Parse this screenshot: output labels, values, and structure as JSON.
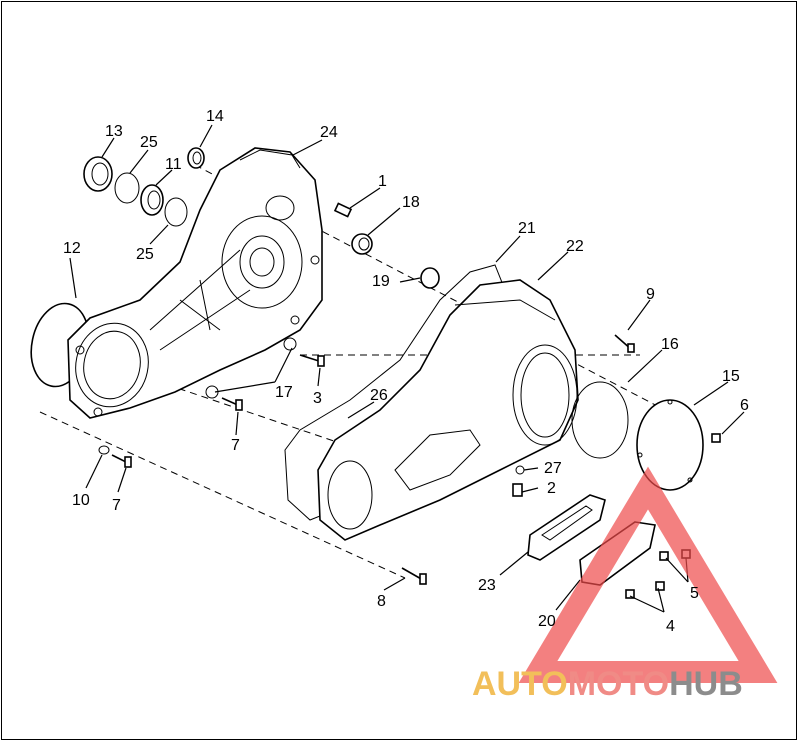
{
  "callouts": [
    {
      "id": "13",
      "text": "13"
    },
    {
      "id": "14",
      "text": "14"
    },
    {
      "id": "24",
      "text": "24"
    },
    {
      "id": "25a",
      "text": "25"
    },
    {
      "id": "11",
      "text": "11"
    },
    {
      "id": "1",
      "text": "1"
    },
    {
      "id": "18",
      "text": "18"
    },
    {
      "id": "12",
      "text": "12"
    },
    {
      "id": "25b",
      "text": "25"
    },
    {
      "id": "21",
      "text": "21"
    },
    {
      "id": "22",
      "text": "22"
    },
    {
      "id": "19",
      "text": "19"
    },
    {
      "id": "9",
      "text": "9"
    },
    {
      "id": "16",
      "text": "16"
    },
    {
      "id": "15",
      "text": "15"
    },
    {
      "id": "6",
      "text": "6"
    },
    {
      "id": "17",
      "text": "17"
    },
    {
      "id": "3",
      "text": "3"
    },
    {
      "id": "26",
      "text": "26"
    },
    {
      "id": "7a",
      "text": "7"
    },
    {
      "id": "27",
      "text": "27"
    },
    {
      "id": "2",
      "text": "2"
    },
    {
      "id": "10",
      "text": "10"
    },
    {
      "id": "7b",
      "text": "7"
    },
    {
      "id": "23",
      "text": "23"
    },
    {
      "id": "5",
      "text": "5"
    },
    {
      "id": "8",
      "text": "8"
    },
    {
      "id": "20",
      "text": "20"
    },
    {
      "id": "4",
      "text": "4"
    }
  ],
  "watermark": {
    "part1": "AUTO",
    "part2": "MOTO",
    "part3": "HUB",
    "colors": {
      "auto": "#f2bf5a",
      "moto": "#f08b86",
      "hub": "#8c8c8c",
      "triangle": "#ee4a4a"
    }
  }
}
